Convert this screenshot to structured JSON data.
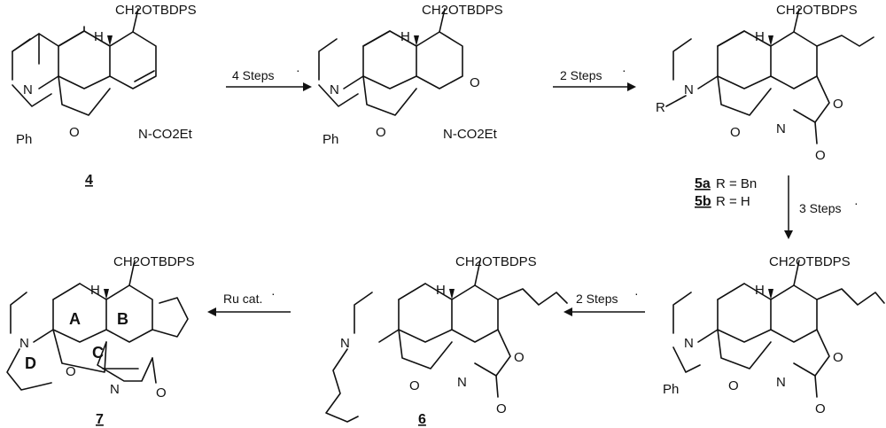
{
  "compounds": {
    "c4": {
      "label": "4",
      "substituent": "CH2OTBDPS",
      "h": "H",
      "n1": "N",
      "o1": "O",
      "n2": "N-CO2Et",
      "ph": "Ph"
    },
    "int": {
      "substituent": "CH2OTBDPS",
      "h": "H",
      "n1": "N",
      "o1": "O",
      "o2": "O",
      "n2": "N-CO2Et",
      "ph": "Ph"
    },
    "c5": {
      "label_a": "5a",
      "desc_a": "R = Bn",
      "label_b": "5b",
      "desc_b": "R = H",
      "substituent": "CH2OTBDPS",
      "h": "H",
      "r": "R",
      "n1": "N",
      "o1": "O",
      "o_ring": "O",
      "n2": "N",
      "o_carbonyl": "O"
    },
    "dia": {
      "substituent": "CH2OTBDPS",
      "h": "H",
      "n1": "N",
      "o1": "O",
      "o_ring": "O",
      "n2": "N",
      "o_carbonyl": "O",
      "ph": "Ph"
    },
    "c6": {
      "label": "6",
      "substituent": "CH2OTBDPS",
      "h": "H",
      "n1": "N",
      "o1": "O",
      "o_ring": "O",
      "n2": "N",
      "o_carbonyl": "O"
    },
    "c7": {
      "label": "7",
      "substituent": "CH2OTBDPS",
      "h": "H",
      "n1": "N",
      "ring_a": "A",
      "ring_b": "B",
      "ring_c": "C",
      "ring_d": "D",
      "o1": "O",
      "n2": "N",
      "o_carbonyl": "O"
    }
  },
  "arrows": {
    "a1": "4 Steps",
    "a2": "2 Steps",
    "a3": "3 Steps",
    "a4": "2 Steps",
    "a5": "Ru cat."
  }
}
